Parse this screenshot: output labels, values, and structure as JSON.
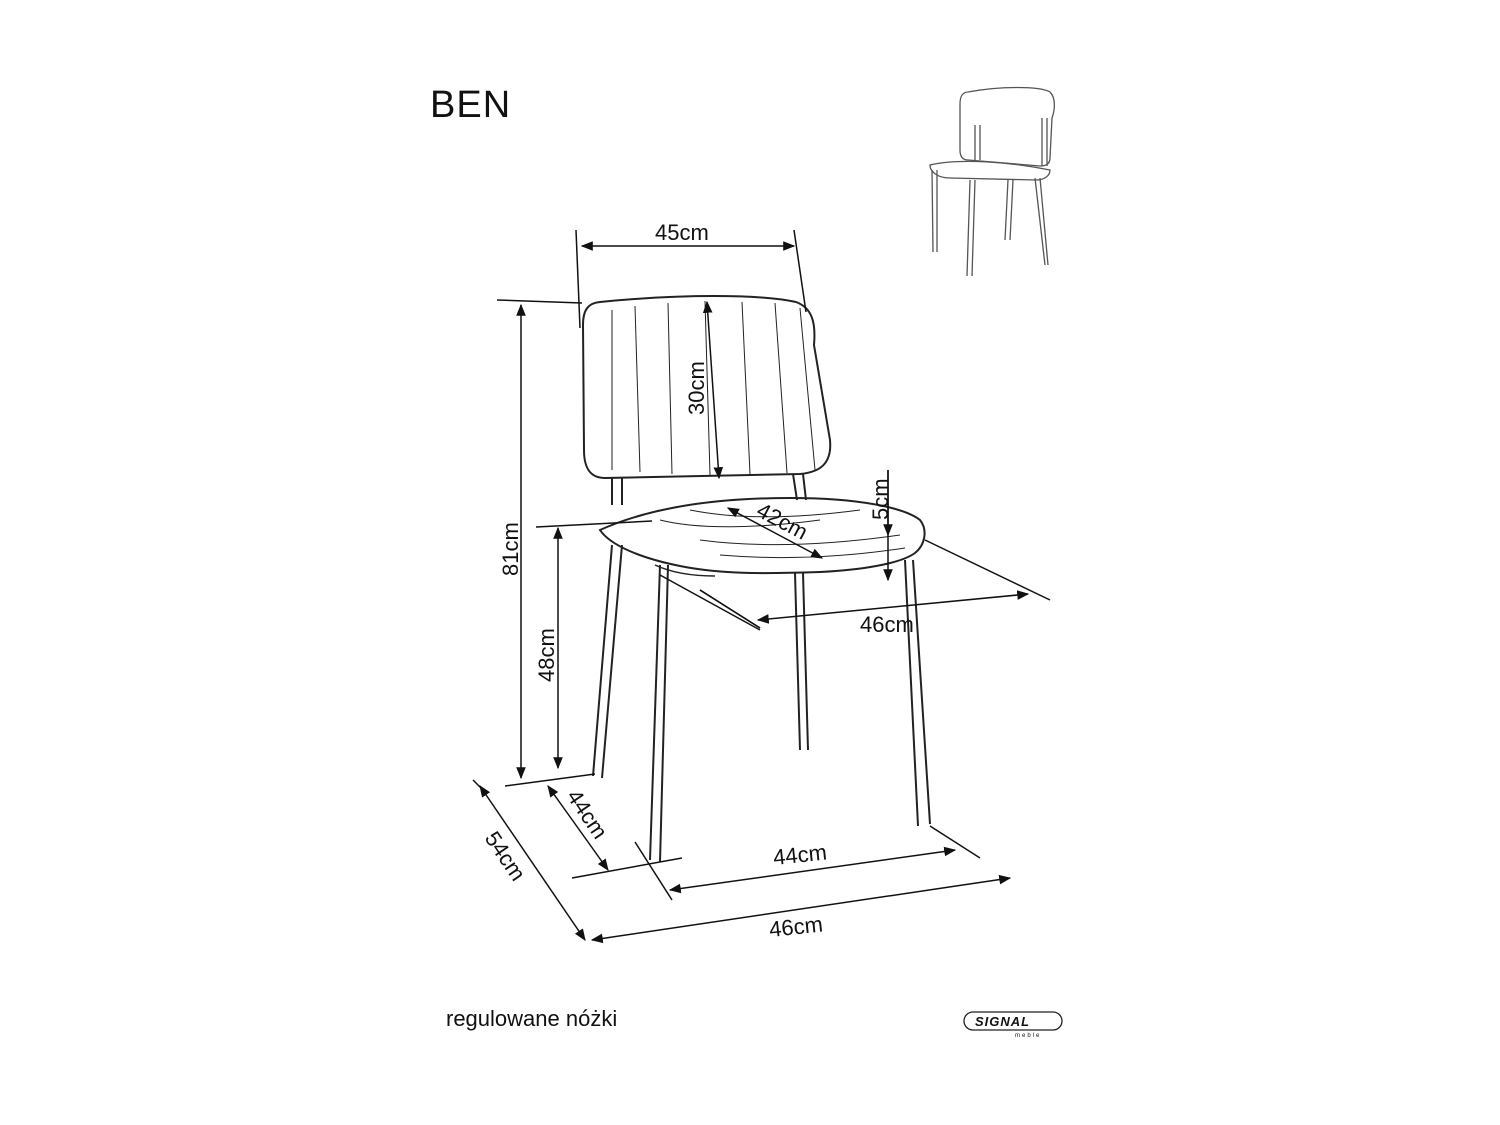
{
  "product": {
    "name": "BEN"
  },
  "dimensions": {
    "backrest_width": "45cm",
    "backrest_height": "30cm",
    "total_height": "81cm",
    "seat_height": "48cm",
    "seat_depth": "42cm",
    "seat_thickness": "5cm",
    "seat_width": "46cm",
    "total_depth": "54cm",
    "leg_depth": "44cm",
    "leg_width": "44cm",
    "total_width": "46cm"
  },
  "note": "regulowane nóżki",
  "brand": {
    "name": "SIGNAL",
    "sub": "meble"
  }
}
